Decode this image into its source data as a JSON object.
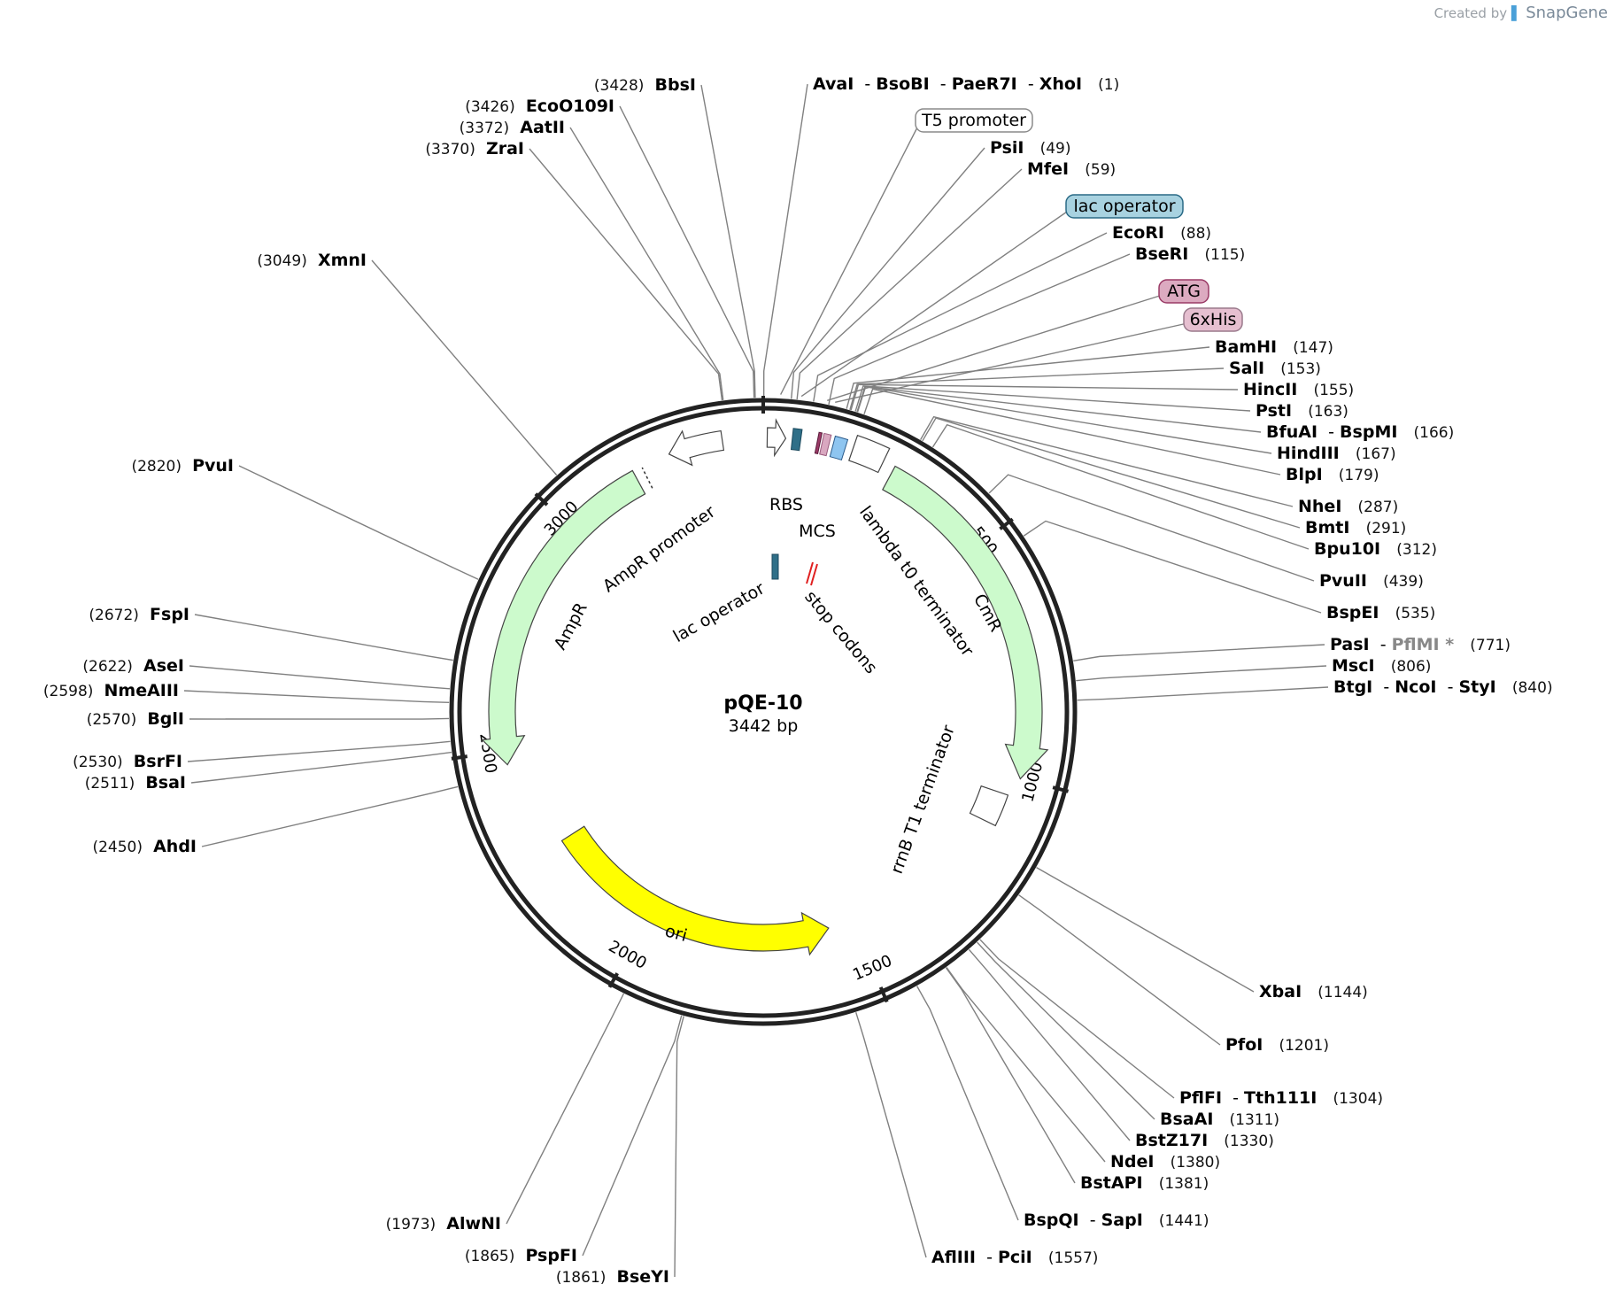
{
  "brand": {
    "prefix": "Created by",
    "name": "SnapGene"
  },
  "plasmid": {
    "name": "pQE-10",
    "size": "3442 bp",
    "length": 3442
  },
  "ticks": [
    500,
    1000,
    1500,
    2000,
    2500,
    3000
  ],
  "features": [
    {
      "id": "t5",
      "label": "T5 promoter",
      "style": "box",
      "fill": "#ffffff",
      "stroke": "#8a8a8a"
    },
    {
      "id": "lacop1",
      "label": "lac operator",
      "style": "box",
      "fill": "#a8d2e0",
      "stroke": "#2a6a86"
    },
    {
      "id": "atg",
      "label": "ATG",
      "style": "box",
      "fill": "#dcaac0",
      "stroke": "#9a3a66"
    },
    {
      "id": "his",
      "label": "6xHis",
      "style": "box",
      "fill": "#e6bfd0",
      "stroke": "#9a7a8c"
    },
    {
      "id": "rbs",
      "label": "RBS"
    },
    {
      "id": "mcs",
      "label": "MCS"
    },
    {
      "id": "lambda",
      "label": "lambda t0 terminator"
    },
    {
      "id": "cmr",
      "label": "CmR",
      "fill": "#ccfacc"
    },
    {
      "id": "rrnb",
      "label": "rrnB T1 terminator"
    },
    {
      "id": "ori",
      "label": "ori",
      "fill": "#ffff00"
    },
    {
      "id": "ampr",
      "label": "AmpR",
      "fill": "#ccfacc"
    },
    {
      "id": "amprp",
      "label": "AmpR promoter"
    },
    {
      "id": "lacop2",
      "label": "lac operator"
    },
    {
      "id": "stop",
      "label": "stop codons"
    }
  ],
  "sites": [
    {
      "id": "s1",
      "parts": [
        {
          "n": "AvaI"
        },
        {
          "n": "BsoBI"
        },
        {
          "n": "PaeR7I"
        },
        {
          "n": "XhoI"
        }
      ],
      "pos": "(1)",
      "bp": 1
    },
    {
      "id": "s2",
      "parts": [
        {
          "n": "PsiI"
        }
      ],
      "pos": "(49)",
      "bp": 49
    },
    {
      "id": "s3",
      "parts": [
        {
          "n": "MfeI"
        }
      ],
      "pos": "(59)",
      "bp": 59
    },
    {
      "id": "s4",
      "parts": [
        {
          "n": "EcoRI"
        }
      ],
      "pos": "(88)",
      "bp": 88
    },
    {
      "id": "s5",
      "parts": [
        {
          "n": "BseRI"
        }
      ],
      "pos": "(115)",
      "bp": 115
    },
    {
      "id": "s6",
      "parts": [
        {
          "n": "BamHI"
        }
      ],
      "pos": "(147)",
      "bp": 147
    },
    {
      "id": "s7",
      "parts": [
        {
          "n": "SalI"
        }
      ],
      "pos": "(153)",
      "bp": 153
    },
    {
      "id": "s8",
      "parts": [
        {
          "n": "HincII"
        }
      ],
      "pos": "(155)",
      "bp": 155
    },
    {
      "id": "s9",
      "parts": [
        {
          "n": "PstI"
        }
      ],
      "pos": "(163)",
      "bp": 163
    },
    {
      "id": "s10",
      "parts": [
        {
          "n": "BfuAI"
        },
        {
          "n": "BspMI"
        }
      ],
      "pos": "(166)",
      "bp": 166
    },
    {
      "id": "s11",
      "parts": [
        {
          "n": "HindIII"
        }
      ],
      "pos": "(167)",
      "bp": 167
    },
    {
      "id": "s12",
      "parts": [
        {
          "n": "BlpI"
        }
      ],
      "pos": "(179)",
      "bp": 179
    },
    {
      "id": "s13",
      "parts": [
        {
          "n": "NheI"
        }
      ],
      "pos": "(287)",
      "bp": 287
    },
    {
      "id": "s14",
      "parts": [
        {
          "n": "BmtI"
        }
      ],
      "pos": "(291)",
      "bp": 291
    },
    {
      "id": "s15",
      "parts": [
        {
          "n": "Bpu10I"
        }
      ],
      "pos": "(312)",
      "bp": 312
    },
    {
      "id": "s16",
      "parts": [
        {
          "n": "PvuII"
        }
      ],
      "pos": "(439)",
      "bp": 439
    },
    {
      "id": "s17",
      "parts": [
        {
          "n": "BspEI"
        }
      ],
      "pos": "(535)",
      "bp": 535
    },
    {
      "id": "s18",
      "parts": [
        {
          "n": "PasI"
        },
        {
          "n": "PflMI *",
          "grey": true
        }
      ],
      "pos": "(771)",
      "bp": 771
    },
    {
      "id": "s19",
      "parts": [
        {
          "n": "MscI"
        }
      ],
      "pos": "(806)",
      "bp": 806
    },
    {
      "id": "s20",
      "parts": [
        {
          "n": "BtgI"
        },
        {
          "n": "NcoI"
        },
        {
          "n": "StyI"
        }
      ],
      "pos": "(840)",
      "bp": 840
    },
    {
      "id": "s21",
      "parts": [
        {
          "n": "XbaI"
        }
      ],
      "pos": "(1144)",
      "bp": 1144
    },
    {
      "id": "s22",
      "parts": [
        {
          "n": "PfoI"
        }
      ],
      "pos": "(1201)",
      "bp": 1201
    },
    {
      "id": "s23",
      "parts": [
        {
          "n": "PflFI"
        },
        {
          "n": "Tth111I"
        }
      ],
      "pos": "(1304)",
      "bp": 1304
    },
    {
      "id": "s24",
      "parts": [
        {
          "n": "BsaAI"
        }
      ],
      "pos": "(1311)",
      "bp": 1311
    },
    {
      "id": "s25",
      "parts": [
        {
          "n": "BstZ17I"
        }
      ],
      "pos": "(1330)",
      "bp": 1330
    },
    {
      "id": "s26",
      "parts": [
        {
          "n": "NdeI"
        }
      ],
      "pos": "(1380)",
      "bp": 1380
    },
    {
      "id": "s27",
      "parts": [
        {
          "n": "BstAPI"
        }
      ],
      "pos": "(1381)",
      "bp": 1381
    },
    {
      "id": "s28",
      "parts": [
        {
          "n": "BspQI"
        },
        {
          "n": "SapI"
        }
      ],
      "pos": "(1441)",
      "bp": 1441
    },
    {
      "id": "s29",
      "parts": [
        {
          "n": "AflIII"
        },
        {
          "n": "PciI"
        }
      ],
      "pos": "(1557)",
      "bp": 1557
    },
    {
      "id": "s30",
      "parts": [
        {
          "n": "AlwNI"
        }
      ],
      "pos": "(1973)",
      "bp": 1973
    },
    {
      "id": "s31",
      "parts": [
        {
          "n": "PspFI"
        }
      ],
      "pos": "(1865)",
      "bp": 1865
    },
    {
      "id": "s32",
      "parts": [
        {
          "n": "BseYI"
        }
      ],
      "pos": "(1861)",
      "bp": 1861
    },
    {
      "id": "s33",
      "parts": [
        {
          "n": "AhdI"
        }
      ],
      "pos": "(2450)",
      "bp": 2450
    },
    {
      "id": "s34",
      "parts": [
        {
          "n": "BsaI"
        }
      ],
      "pos": "(2511)",
      "bp": 2511
    },
    {
      "id": "s35",
      "parts": [
        {
          "n": "BsrFI"
        }
      ],
      "pos": "(2530)",
      "bp": 2530
    },
    {
      "id": "s36",
      "parts": [
        {
          "n": "BglI"
        }
      ],
      "pos": "(2570)",
      "bp": 2570
    },
    {
      "id": "s37",
      "parts": [
        {
          "n": "NmeAIII"
        }
      ],
      "pos": "(2598)",
      "bp": 2598
    },
    {
      "id": "s38",
      "parts": [
        {
          "n": "AseI"
        }
      ],
      "pos": "(2622)",
      "bp": 2622
    },
    {
      "id": "s39",
      "parts": [
        {
          "n": "FspI"
        }
      ],
      "pos": "(2672)",
      "bp": 2672
    },
    {
      "id": "s40",
      "parts": [
        {
          "n": "PvuI"
        }
      ],
      "pos": "(2820)",
      "bp": 2820
    },
    {
      "id": "s41",
      "parts": [
        {
          "n": "XmnI"
        }
      ],
      "pos": "(3049)",
      "bp": 3049
    },
    {
      "id": "s42",
      "parts": [
        {
          "n": "ZraI"
        }
      ],
      "pos": "(3370)",
      "bp": 3370
    },
    {
      "id": "s43",
      "parts": [
        {
          "n": "AatII"
        }
      ],
      "pos": "(3372)",
      "bp": 3372
    },
    {
      "id": "s44",
      "parts": [
        {
          "n": "EcoO109I"
        }
      ],
      "pos": "(3426)",
      "bp": 3426
    },
    {
      "id": "s45",
      "parts": [
        {
          "n": "BbsI"
        }
      ],
      "pos": "(3428)",
      "bp": 3428
    }
  ]
}
